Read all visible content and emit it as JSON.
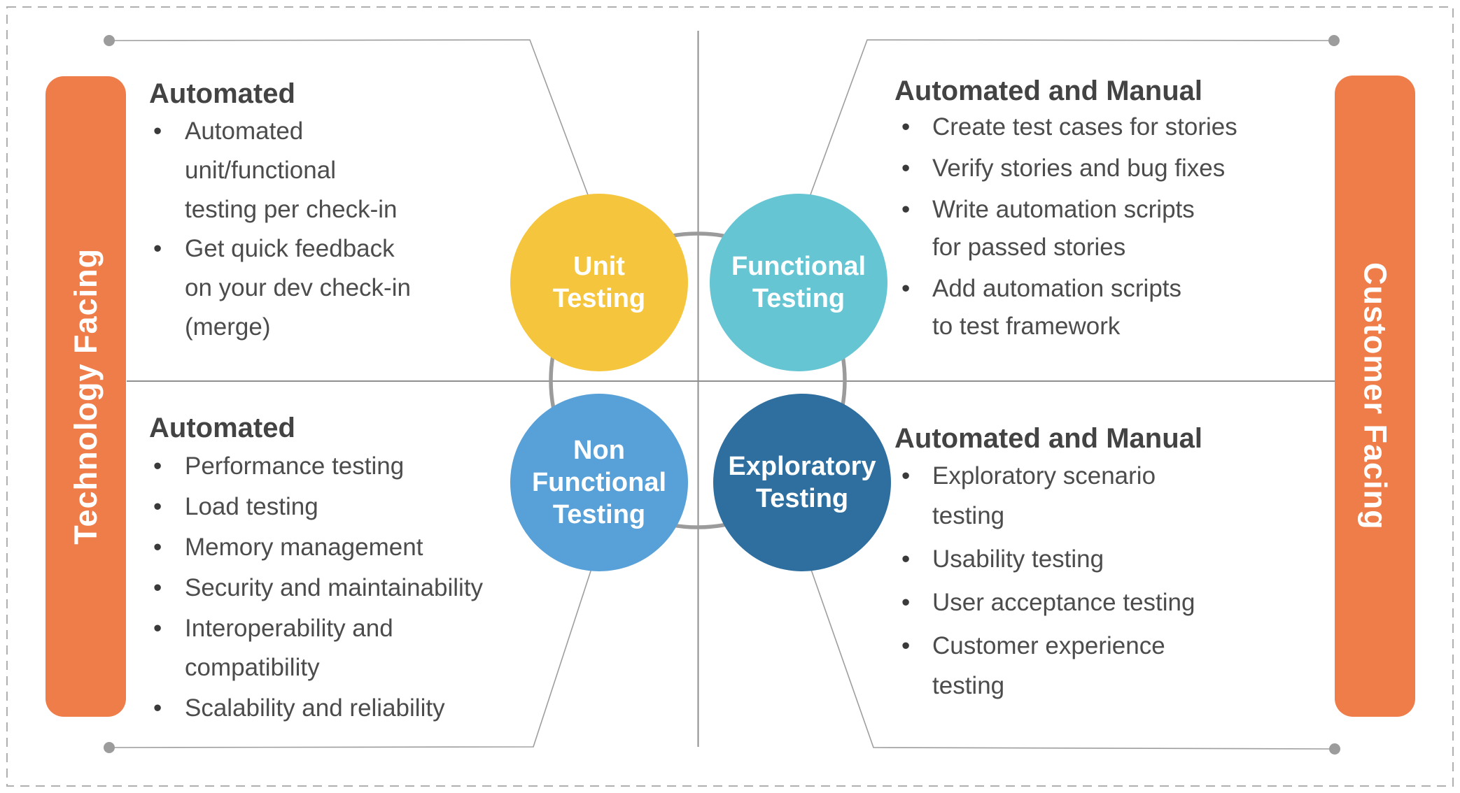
{
  "bars": {
    "left_label": "Technology Facing",
    "right_label": "Customer Facing"
  },
  "circles": {
    "unit": {
      "label": "Unit\nTesting",
      "color": "#F5C63D"
    },
    "functional": {
      "label": "Functional\nTesting",
      "color": "#66C5D3"
    },
    "non_functional": {
      "label": "Non\nFunctional\nTesting",
      "color": "#58A0D8"
    },
    "exploratory": {
      "label": "Exploratory\nTesting",
      "color": "#2E6F9F"
    }
  },
  "quadrants": {
    "top_left": {
      "heading": "Automated",
      "items": [
        "Automated\nunit/functional\ntesting per check-in",
        "Get quick feedback\non your dev check-in\n(merge)"
      ]
    },
    "top_right": {
      "heading": "Automated and Manual",
      "items": [
        "Create test cases for stories",
        "Verify stories and bug fixes",
        "Write automation scripts\nfor passed stories",
        "Add automation scripts\nto test framework"
      ]
    },
    "bottom_left": {
      "heading": "Automated",
      "items": [
        "Performance testing",
        "Load testing",
        "Memory management",
        "Security and maintainability",
        "Interoperability and\ncompatibility",
        "Scalability and reliability"
      ]
    },
    "bottom_right": {
      "heading": "Automated and Manual",
      "items": [
        "Exploratory scenario\ntesting",
        "Usability testing",
        "User acceptance testing",
        "Customer experience\ntesting"
      ]
    }
  },
  "colors": {
    "orange": "#EF7D4A",
    "yellow": "#F5C63D",
    "teal": "#66C5D3",
    "blue": "#58A0D8",
    "dark_blue": "#2E6F9F",
    "ring_gray": "#9B9B9B",
    "line_gray": "#909090",
    "border_gray": "#B0B0B0",
    "text_gray": "#4C4C4C"
  }
}
